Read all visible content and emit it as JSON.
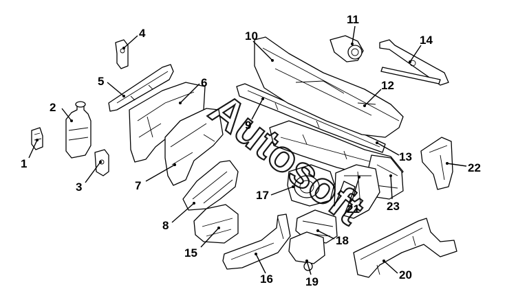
{
  "diagram": {
    "callouts": [
      "1",
      "2",
      "3",
      "4",
      "5",
      "6",
      "7",
      "8",
      "9",
      "10",
      "11",
      "12",
      "13",
      "14",
      "15",
      "16",
      "17",
      "18",
      "19",
      "20",
      "21",
      "22",
      "23"
    ]
  },
  "watermark_text": "Autosoft",
  "colors": {
    "line": "#000000",
    "background": "#ffffff"
  }
}
